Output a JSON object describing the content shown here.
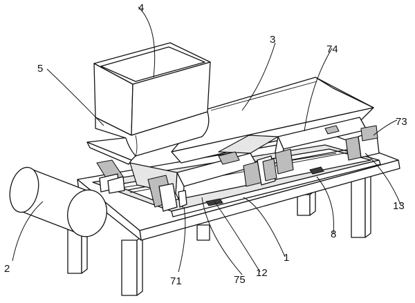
{
  "figure": {
    "labels": {
      "frame": "1",
      "roller": "2",
      "conveyor": "3",
      "hopper": "4",
      "hopper_skirt": "5",
      "part_71": "71",
      "part_73": "73",
      "part_74": "74",
      "part_75": "75",
      "part_8": "8",
      "part_12": "12",
      "part_13": "13"
    }
  }
}
